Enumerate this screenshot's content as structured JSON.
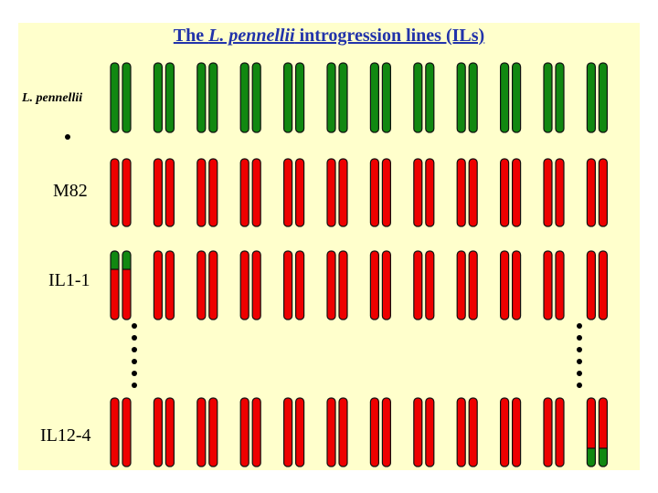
{
  "title": {
    "part1": "The ",
    "italic": "L. pennellii",
    "part2": " introgression lines (ILs)"
  },
  "row_labels": {
    "pennellii": "L. pennellii",
    "m82": "M82",
    "il1_1": "IL1-1",
    "il12_4": "IL12-4"
  },
  "colors": {
    "panel_background": "#ffffcc",
    "title": "#2233aa",
    "pennellii_chromosome": "#118811",
    "m82_chromosome": "#ee0000",
    "outline": "#111111",
    "dot": "#000000"
  },
  "chromosome_pairs_per_row": 12,
  "rows": [
    {
      "name": "L. pennellii",
      "genotype": "all L. pennellii"
    },
    {
      "name": "M82",
      "genotype": "all M82"
    },
    {
      "name": "IL1-1",
      "genotype": "M82 with L. pennellii segment at top of chromosome 1 pair"
    },
    {
      "name": "IL12-4",
      "genotype": "M82 with L. pennellii segment at bottom of chromosome 12 pair"
    }
  ]
}
